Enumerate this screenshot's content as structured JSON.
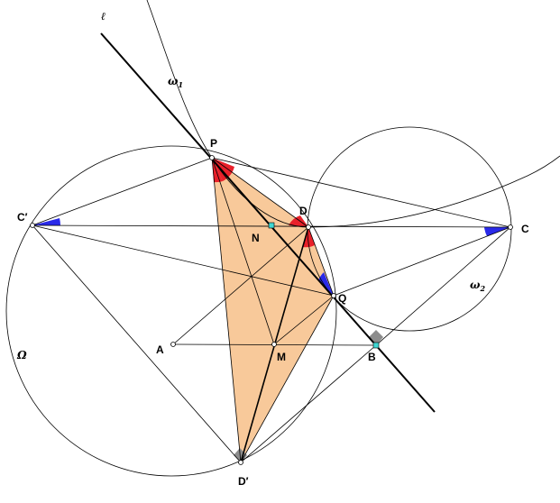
{
  "points": {
    "P": "P",
    "D": "D",
    "C": "C",
    "C_prime": "C′",
    "N": "N",
    "Q": "Q",
    "A": "A",
    "M": "M",
    "B": "B",
    "D_prime": "D′"
  },
  "curves": {
    "line_l": "ℓ",
    "omega1_main": "ω",
    "omega1_sub": "1",
    "omega2_main": "ω",
    "omega2_sub": "2",
    "Omega": "Ω"
  },
  "colors": {
    "triangle_fill": "#f8c99a",
    "angle_red": "#e8202a",
    "angle_blue": "#2a2ae8",
    "right_angle_gray": "#8c8c8c",
    "marker_cyan": "#3fd7d2"
  }
}
